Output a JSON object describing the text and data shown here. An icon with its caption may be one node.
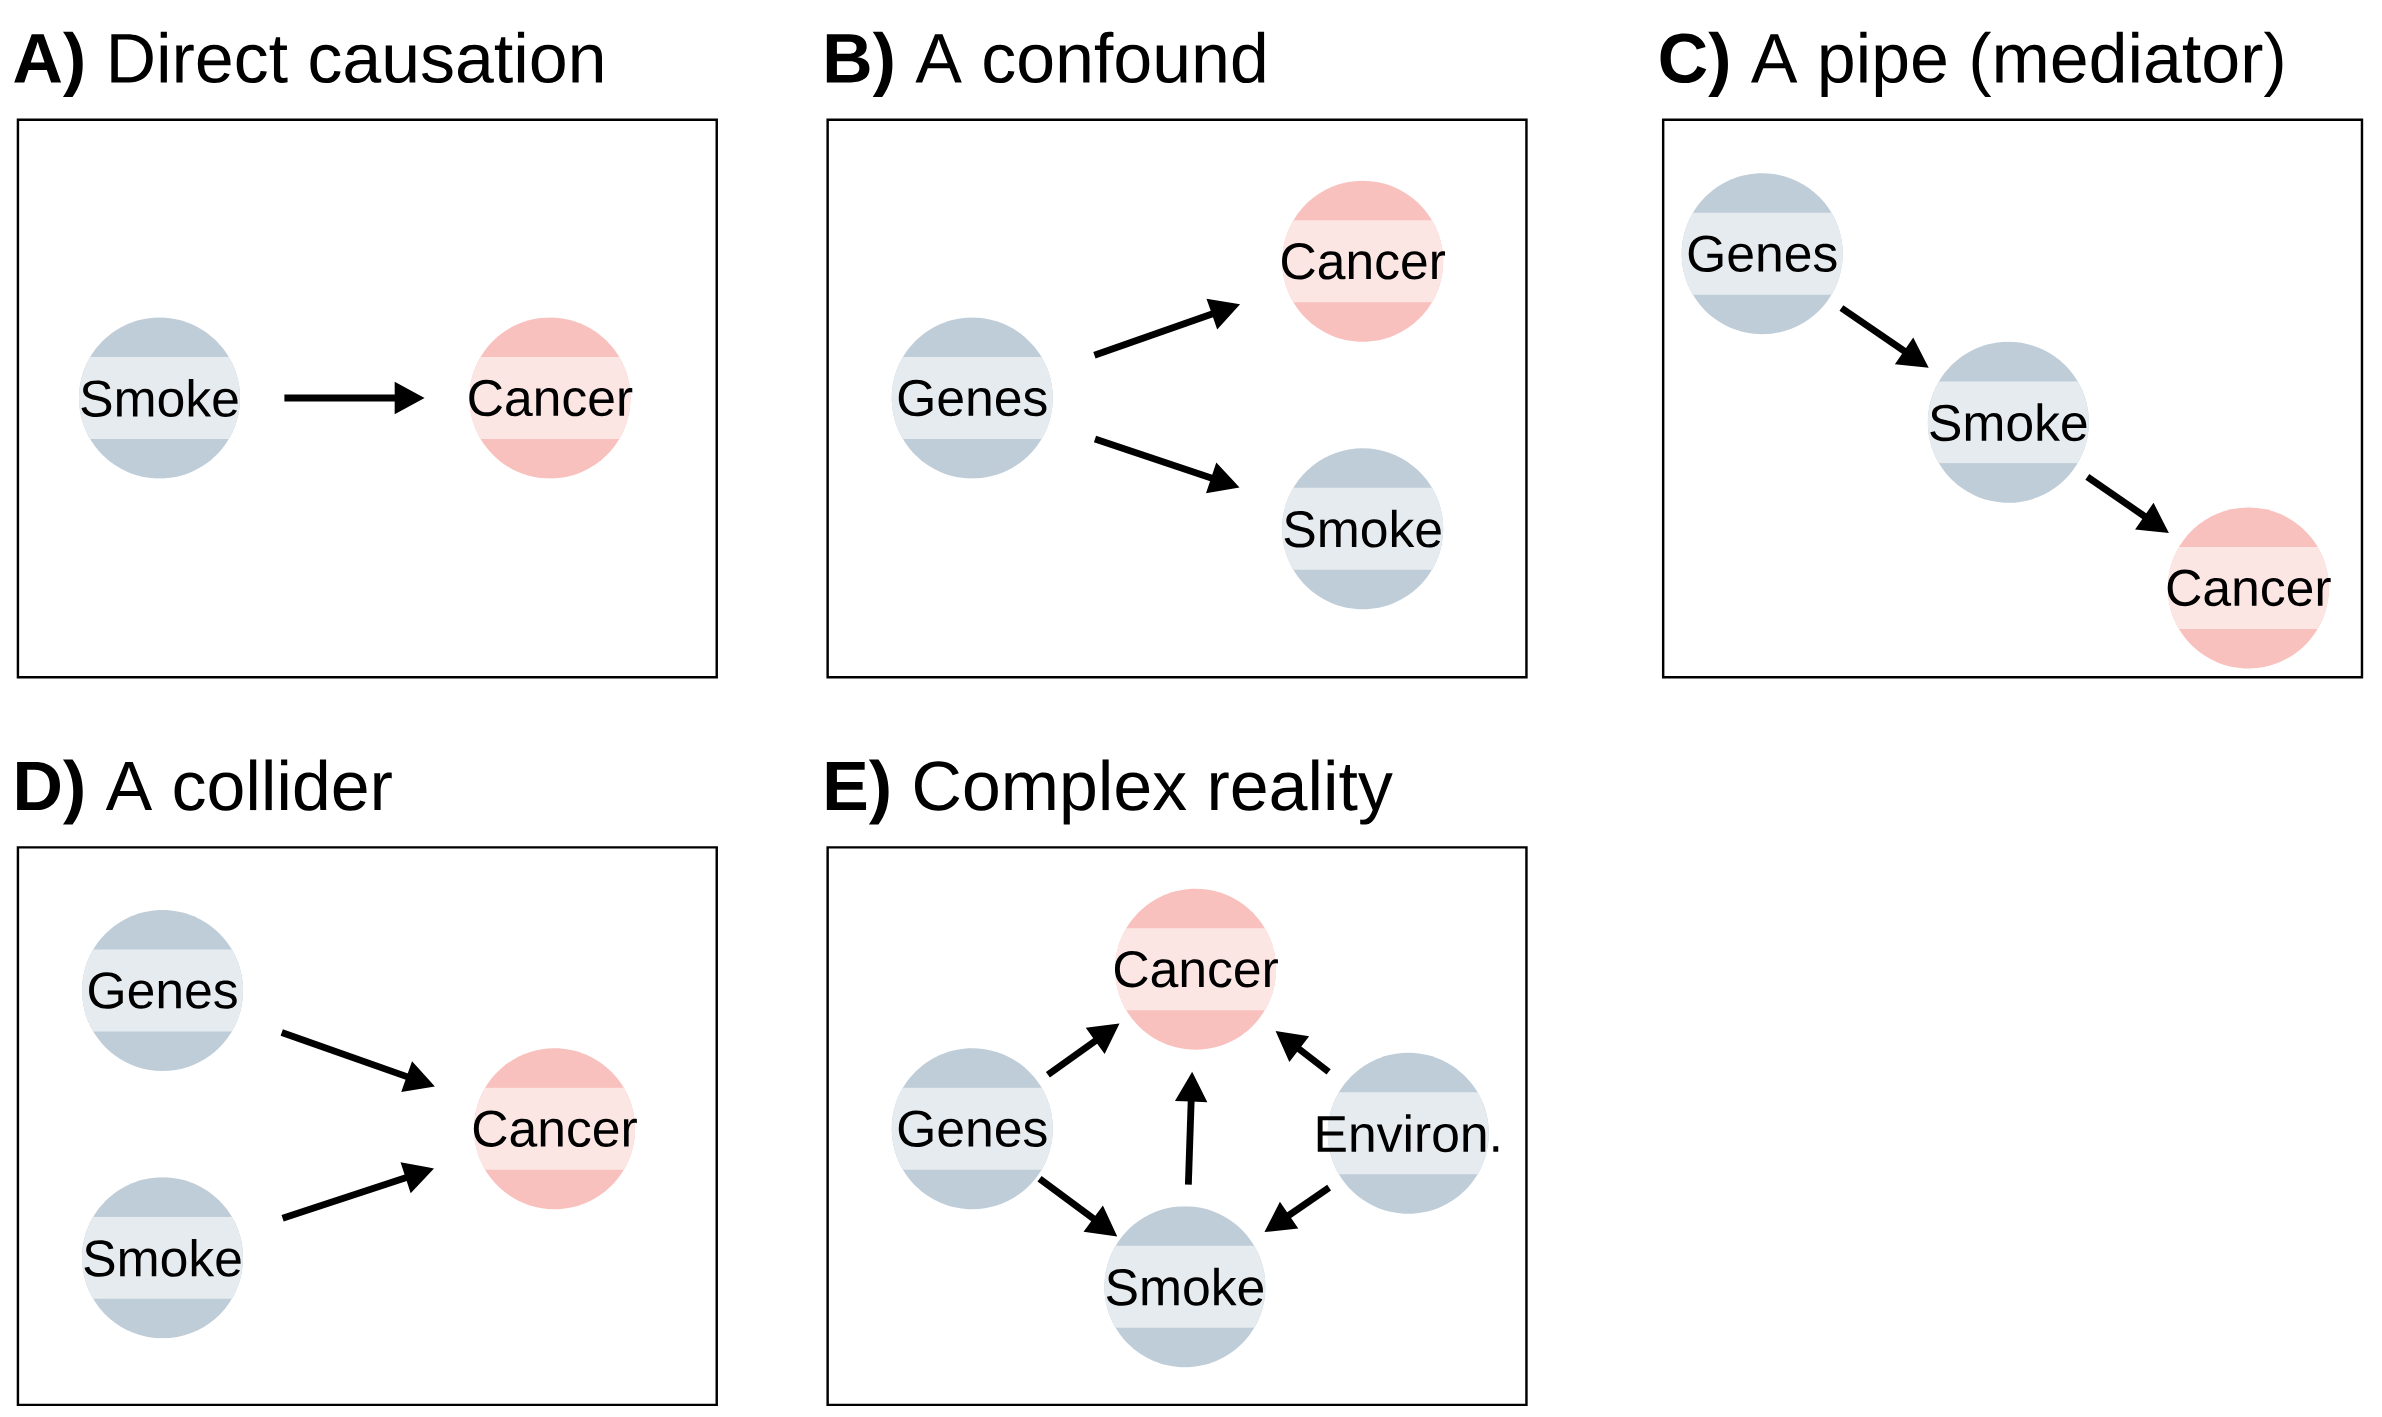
{
  "diagram": {
    "nodes": [
      {
        "text": [
          "**A)** Direct causation"
        ]
      },
      {
        "text": [
          "Smoke"
        ],
        "in": 0
      },
      {
        "text": [
          "Cancer"
        ],
        "in": 0
      },
      {
        "text": [
          "**B)** A confound"
        ]
      },
      {
        "text": [
          "Genes"
        ],
        "in": 3
      },
      {
        "text": [
          "Cancer"
        ],
        "in": 3
      },
      {
        "text": [
          "Smoke"
        ],
        "in": 3
      },
      {
        "text": [
          "**C)** A pipe (mediator)"
        ]
      },
      {
        "text": [
          "Genes"
        ],
        "in": 7
      },
      {
        "text": [
          "Smoke"
        ],
        "in": 7
      },
      {
        "text": [
          "Cancer"
        ],
        "in": 7
      },
      {
        "text": [
          "**D)** A collider"
        ]
      },
      {
        "text": [
          "Genes"
        ],
        "in": 11
      },
      {
        "text": [
          "Smoke"
        ],
        "in": 11
      },
      {
        "text": [
          "Cancer"
        ],
        "in": 11
      },
      {
        "text": [
          "**E)** Complex reality"
        ]
      },
      {
        "text": [
          "Cancer"
        ],
        "in": 15
      },
      {
        "text": [
          "Genes"
        ],
        "in": 15
      },
      {
        "text": [
          "Environ."
        ],
        "in": 15
      },
      {
        "text": [
          "Smoke"
        ],
        "in": 15
      }
    ],
    "edges": [
      {
        "from": 1,
        "to": 2,
        "arrow": "to"
      },
      {
        "from": 4,
        "to": 5,
        "arrow": "to"
      },
      {
        "from": 4,
        "to": 6,
        "arrow": "to"
      },
      {
        "from": 8,
        "to": 9,
        "arrow": "to"
      },
      {
        "from": 9,
        "to": 10,
        "arrow": "to"
      },
      {
        "from": 12,
        "to": 14,
        "arrow": "to"
      },
      {
        "from": 13,
        "to": 14,
        "arrow": "to"
      },
      {
        "from": 17,
        "to": 16,
        "arrow": "to"
      },
      {
        "from": 18,
        "to": 16,
        "arrow": "to"
      },
      {
        "from": 19,
        "to": 16,
        "arrow": "to"
      },
      {
        "from": 17,
        "to": 19,
        "arrow": "to"
      },
      {
        "from": 18,
        "to": 19,
        "arrow": "to"
      }
    ]
  }
}
